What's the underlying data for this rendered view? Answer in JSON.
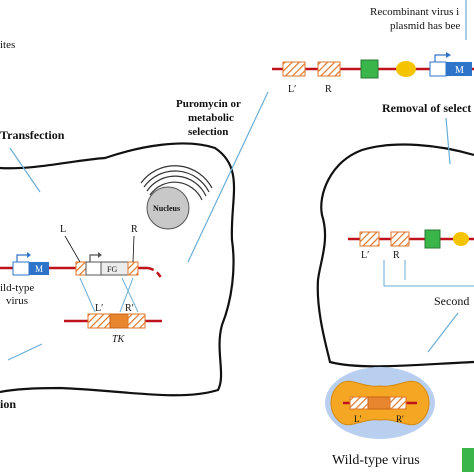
{
  "labels": {
    "top_right_line1": "Recombinant virus i",
    "top_right_line2": "plasmid has bee",
    "sites": "ites",
    "transfection": "Transfection",
    "selection_line1": "Puromycin or",
    "selection_line2": "metabolic",
    "selection_line3": "selection",
    "removal": "Removal of select",
    "nucleus": "Nucleus",
    "wild_type_line1": "ild-type",
    "wild_type_line2": "virus",
    "bottom_left_fragment": "ion",
    "second": "Second",
    "wild_type_virus": "Wild-type virus"
  },
  "genes": {
    "L": "L",
    "R": "R",
    "L_prime": "L′",
    "R_prime": "R′",
    "M": "M",
    "FG": "FG",
    "TK": "TK"
  },
  "colors": {
    "dna_line": "#c0121a",
    "hatch_orange": "#e0772a",
    "marker_blue": "#2e75c9",
    "green_gene": "#39b54a",
    "yellow_gene": "#f5c400",
    "tk_orange": "#e8862f",
    "virus_outer": "#b9cff0",
    "virus_inner": "#f5a623",
    "nucleus_gray": "#c8c8c8",
    "pointer_blue": "#6aaed6"
  }
}
